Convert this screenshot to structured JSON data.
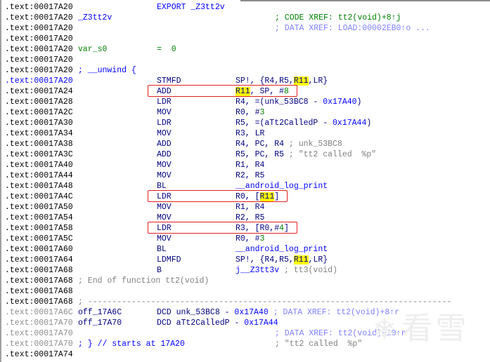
{
  "watermark": {
    "icon": "snowflake-icon",
    "text": "看雪"
  },
  "rows": [
    {
      "addr": ".text:00017A20",
      "as": "k",
      "mn": [
        {
          "t": "EXPORT _Z3tt2v",
          "s": "b"
        }
      ]
    },
    {
      "addr": ".text:00017A20",
      "as": "k",
      "lbl": [
        {
          "t": "_Z3tt2v",
          "s": "b"
        }
      ],
      "cm": [
        {
          "t": "; CODE XREF: tt2(void)+8↑j",
          "s": "g"
        }
      ]
    },
    {
      "addr": ".text:00017A20",
      "as": "k",
      "cm": [
        {
          "t": "; DATA XREF: LOAD:00002EB0↑o ...",
          "s": "x"
        }
      ]
    },
    {
      "addr": ".text:00017A20",
      "as": "k"
    },
    {
      "addr": ".text:00017A20",
      "as": "k",
      "lbl": [
        {
          "t": "var_s0",
          "s": "g"
        }
      ],
      "mn": [
        {
          "t": "=  0",
          "s": "g"
        }
      ]
    },
    {
      "addr": ".text:00017A20",
      "as": "k"
    },
    {
      "addr": ".text:00017A20",
      "as": "k",
      "lbl": [
        {
          "t": "; __unwind {",
          "s": "b"
        }
      ]
    },
    {
      "addr": ".text:00017A20",
      "as": "b",
      "mn": [
        {
          "t": "STMFD",
          "s": "n"
        }
      ],
      "op": [
        {
          "t": "SP!, {R4,R5,",
          "s": "n"
        },
        {
          "t": "R11",
          "s": "hl"
        },
        {
          "t": ",LR}",
          "s": "n"
        }
      ]
    },
    {
      "addr": ".text:00017A24",
      "as": "k",
      "box": true,
      "mn": [
        {
          "t": "ADD",
          "s": "n"
        }
      ],
      "op": [
        {
          "t": "R11",
          "s": "hl"
        },
        {
          "t": ", SP, #",
          "s": "n"
        },
        {
          "t": "8",
          "s": "g"
        }
      ]
    },
    {
      "addr": ".text:00017A28",
      "as": "k",
      "mn": [
        {
          "t": "LDR",
          "s": "n"
        }
      ],
      "op": [
        {
          "t": "R4, =(unk_53BC8 - ",
          "s": "n"
        },
        {
          "t": "0x17A40",
          "s": "b"
        },
        {
          "t": ")",
          "s": "n"
        }
      ]
    },
    {
      "addr": ".text:00017A2C",
      "as": "k",
      "mn": [
        {
          "t": "MOV",
          "s": "n"
        }
      ],
      "op": [
        {
          "t": "R0, #",
          "s": "n"
        },
        {
          "t": "3",
          "s": "g"
        }
      ]
    },
    {
      "addr": ".text:00017A30",
      "as": "k",
      "mn": [
        {
          "t": "LDR",
          "s": "n"
        }
      ],
      "op": [
        {
          "t": "R5, =(aTt2CalledP - ",
          "s": "n"
        },
        {
          "t": "0x17A44",
          "s": "b"
        },
        {
          "t": ")",
          "s": "n"
        }
      ]
    },
    {
      "addr": ".text:00017A34",
      "as": "k",
      "mn": [
        {
          "t": "MOV",
          "s": "n"
        }
      ],
      "op": [
        {
          "t": "R3, LR",
          "s": "n"
        }
      ]
    },
    {
      "addr": ".text:00017A38",
      "as": "k",
      "mn": [
        {
          "t": "ADD",
          "s": "n"
        }
      ],
      "op": [
        {
          "t": "R4, PC, R4",
          "s": "n"
        },
        {
          "t": " ; unk_53BC8",
          "s": "c"
        }
      ]
    },
    {
      "addr": ".text:00017A3C",
      "as": "k",
      "mn": [
        {
          "t": "ADD",
          "s": "n"
        }
      ],
      "op": [
        {
          "t": "R5, PC, R5",
          "s": "n"
        },
        {
          "t": " ; \"tt2 called  %p\"",
          "s": "c"
        }
      ]
    },
    {
      "addr": ".text:00017A40",
      "as": "k",
      "mn": [
        {
          "t": "MOV",
          "s": "n"
        }
      ],
      "op": [
        {
          "t": "R1, R4",
          "s": "n"
        }
      ]
    },
    {
      "addr": ".text:00017A44",
      "as": "k",
      "mn": [
        {
          "t": "MOV",
          "s": "n"
        }
      ],
      "op": [
        {
          "t": "R2, R5",
          "s": "n"
        }
      ]
    },
    {
      "addr": ".text:00017A48",
      "as": "k",
      "mn": [
        {
          "t": "BL",
          "s": "n"
        }
      ],
      "op": [
        {
          "t": "__android_log_print",
          "s": "b"
        }
      ]
    },
    {
      "addr": ".text:00017A4C",
      "as": "k",
      "box": true,
      "mn": [
        {
          "t": "LDR",
          "s": "n"
        }
      ],
      "op": [
        {
          "t": "R0, [",
          "s": "n"
        },
        {
          "t": "R11",
          "s": "hl"
        },
        {
          "t": "]",
          "s": "n"
        }
      ]
    },
    {
      "addr": ".text:00017A50",
      "as": "k",
      "mn": [
        {
          "t": "MOV",
          "s": "n"
        }
      ],
      "op": [
        {
          "t": "R1, R4",
          "s": "n"
        }
      ]
    },
    {
      "addr": ".text:00017A54",
      "as": "k",
      "mn": [
        {
          "t": "MOV",
          "s": "n"
        }
      ],
      "op": [
        {
          "t": "R2, R5",
          "s": "n"
        }
      ]
    },
    {
      "addr": ".text:00017A58",
      "as": "k",
      "box": true,
      "mn": [
        {
          "t": "LDR",
          "s": "n"
        }
      ],
      "op": [
        {
          "t": "R3, [R0,#",
          "s": "n"
        },
        {
          "t": "4",
          "s": "g"
        },
        {
          "t": "]",
          "s": "n"
        }
      ]
    },
    {
      "addr": ".text:00017A5C",
      "as": "k",
      "mn": [
        {
          "t": "MOV",
          "s": "n"
        }
      ],
      "op": [
        {
          "t": "R0, #",
          "s": "n"
        },
        {
          "t": "3",
          "s": "g"
        }
      ]
    },
    {
      "addr": ".text:00017A60",
      "as": "k",
      "mn": [
        {
          "t": "BL",
          "s": "n"
        }
      ],
      "op": [
        {
          "t": "__android_log_print",
          "s": "b"
        }
      ]
    },
    {
      "addr": ".text:00017A64",
      "as": "k",
      "mn": [
        {
          "t": "LDMFD",
          "s": "n"
        }
      ],
      "op": [
        {
          "t": "SP!, {R4,R5,",
          "s": "n"
        },
        {
          "t": "R11",
          "s": "hl"
        },
        {
          "t": ",LR}",
          "s": "n"
        }
      ]
    },
    {
      "addr": ".text:00017A68",
      "as": "k",
      "mn": [
        {
          "t": "B",
          "s": "n"
        }
      ],
      "op": [
        {
          "t": "j__Z3tt3v",
          "s": "b"
        },
        {
          "t": " ; tt3(void)",
          "s": "c"
        }
      ]
    },
    {
      "addr": ".text:00017A68",
      "as": "k",
      "lbl": [
        {
          "t": "; End of function tt2(void)",
          "s": "c"
        }
      ]
    },
    {
      "addr": ".text:00017A68",
      "as": "k"
    },
    {
      "addr": ".text:00017A68",
      "as": "k",
      "lbl": [
        {
          "t": "; ---------------------------------------------------------------------------",
          "s": "c"
        }
      ]
    },
    {
      "addr": ".text:00017A6C",
      "as": "ga",
      "lbl": [
        {
          "t": "off_17A6C",
          "s": "n"
        }
      ],
      "mn": [
        {
          "t": "DCD unk_53BC8 - ",
          "s": "n"
        },
        {
          "t": "0x17A40",
          "s": "b"
        },
        {
          "t": " ; DATA XREF: tt2(void)+8↑r",
          "s": "x"
        }
      ]
    },
    {
      "addr": ".text:00017A70",
      "as": "ga",
      "lbl": [
        {
          "t": "off_17A70",
          "s": "n"
        }
      ],
      "mn": [
        {
          "t": "DCD aTt2CalledP - ",
          "s": "n"
        },
        {
          "t": "0x17A44",
          "s": "b"
        }
      ]
    },
    {
      "addr": ".text:00017A70",
      "as": "ga",
      "cm": [
        {
          "t": "; DATA XREF: tt2(void)+10↑r",
          "s": "x"
        }
      ]
    },
    {
      "addr": ".text:00017A70",
      "as": "ga",
      "lbl": [
        {
          "t": "; } // starts at 17A20",
          "s": "b"
        }
      ],
      "cm": [
        {
          "t": "; \"tt2 called  %p\"",
          "s": "c"
        }
      ]
    },
    {
      "addr": ".text:00017A74",
      "as": "k"
    }
  ]
}
